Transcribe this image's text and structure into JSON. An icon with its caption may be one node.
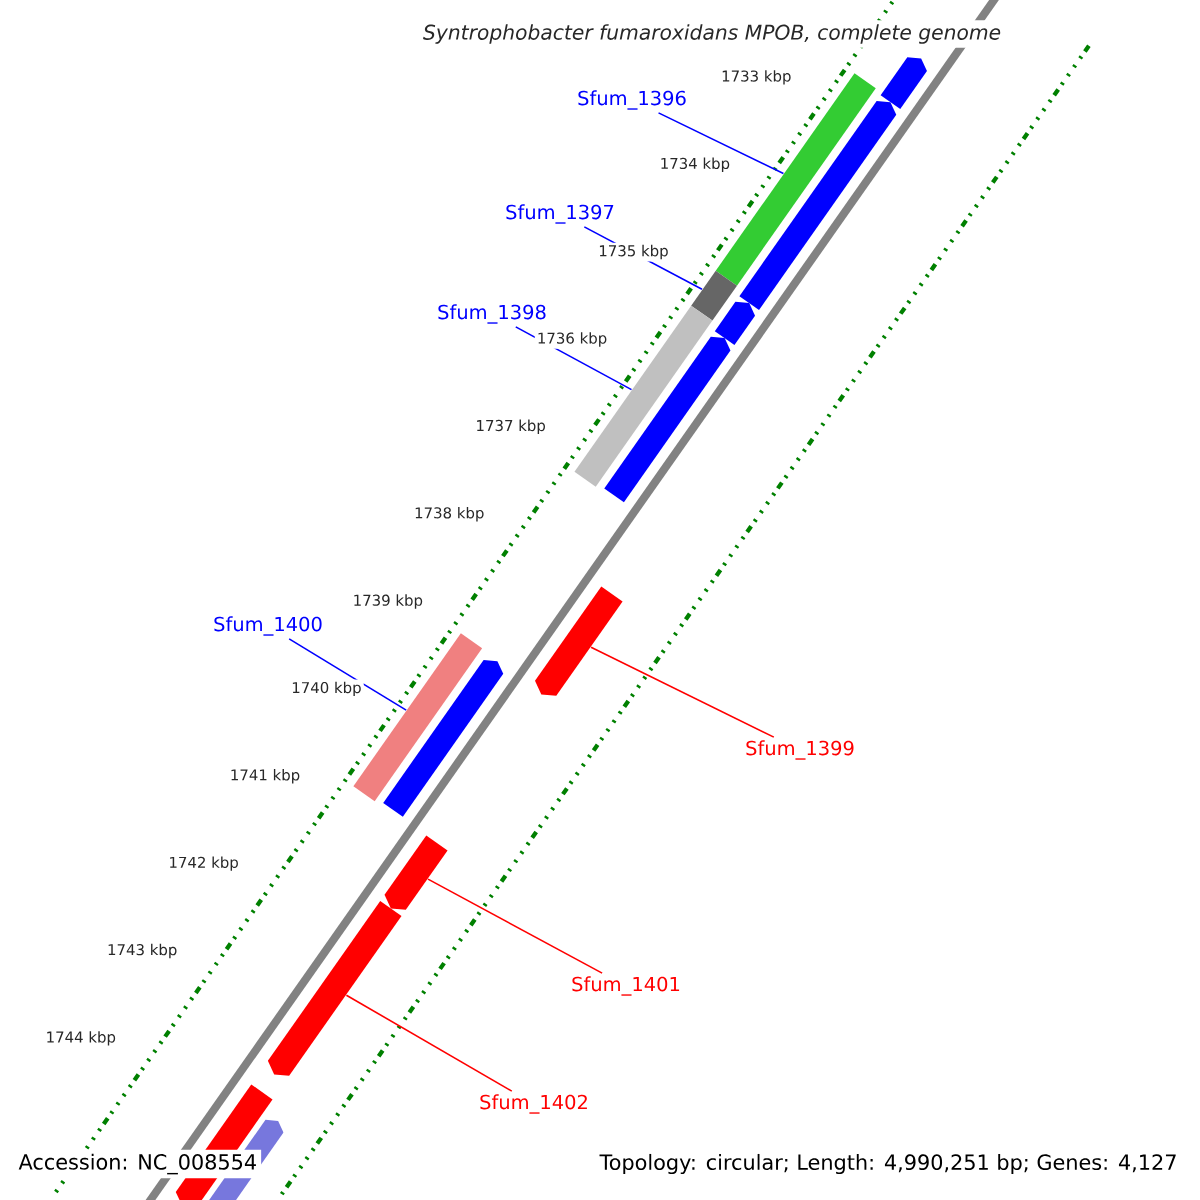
{
  "diagram": {
    "title": "Syntrophobacter fumaroxidans MPOB, complete genome",
    "nodes": [
      {
        "text": [
          "Sfum_1396"
        ]
      },
      {
        "text": [
          "Sfum_1397"
        ]
      },
      {
        "text": [
          "Sfum_1398"
        ]
      },
      {
        "text": [
          "Sfum_1400"
        ]
      },
      {
        "text": [
          "Sfum_1399"
        ]
      },
      {
        "text": [
          "Sfum_1401"
        ]
      },
      {
        "text": [
          "Sfum_1402"
        ]
      },
      {
        "text": [],
        "shape": "bar"
      },
      {
        "text": [],
        "shape": "bar"
      },
      {
        "text": [],
        "shape": "bar"
      },
      {
        "text": [],
        "shape": "bar"
      },
      {
        "text": [],
        "shape": "arrow"
      },
      {
        "text": [],
        "shape": "arrow"
      },
      {
        "text": [],
        "shape": "arrow"
      },
      {
        "text": [],
        "shape": "arrow"
      },
      {
        "text": [],
        "shape": "arrow"
      },
      {
        "text": [],
        "shape": "arrow"
      },
      {
        "text": [],
        "shape": "arrow"
      },
      {
        "text": [],
        "shape": "arrow"
      },
      {
        "text": [],
        "shape": "arrow"
      },
      {
        "text": [],
        "shape": "arrow"
      }
    ],
    "edges": [
      {
        "from": 0,
        "to": 7,
        "arrow": "none"
      },
      {
        "from": 1,
        "to": 8,
        "arrow": "none"
      },
      {
        "from": 2,
        "to": 9,
        "arrow": "none"
      },
      {
        "from": 3,
        "to": 10,
        "arrow": "none"
      },
      {
        "from": 4,
        "to": 11,
        "arrow": "none",
        "color": "#ff0000"
      },
      {
        "from": 5,
        "to": 12,
        "arrow": "none",
        "color": "#ff0000"
      },
      {
        "from": 6,
        "to": 13,
        "arrow": "none",
        "color": "#ff0000"
      }
    ],
    "labels": [
      "1733 kbp",
      "1734 kbp",
      "1735 kbp",
      "1736 kbp",
      "1737 kbp",
      "1738 kbp",
      "1739 kbp",
      "1740 kbp",
      "1741 kbp",
      "1742 kbp",
      "1743 kbp",
      "1744 kbp",
      "Accession: NC_008554",
      "Topology: circular; Length: 4,990,251 bp; Genes: 4,127"
    ]
  }
}
